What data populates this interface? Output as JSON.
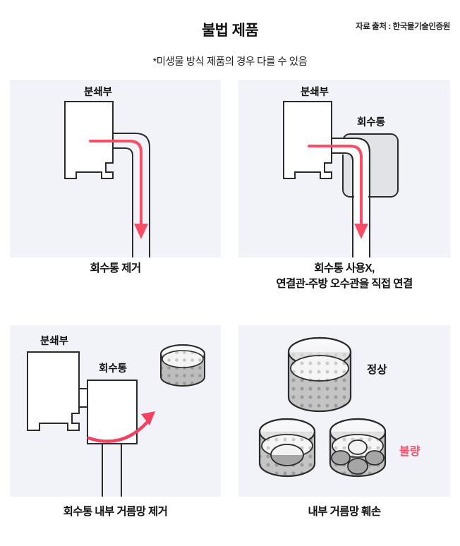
{
  "header": {
    "title": "불법 제품",
    "subtitle": "*미생물 방식 제품의 경우 다를 수 있음",
    "source": "자료 출처 : 한국물기술인증원"
  },
  "colors": {
    "panel_background": "#f2f3f8",
    "page_background": "#ffffff",
    "outline": "#2b2b2b",
    "flow_red": "#fb4d66",
    "defect_red": "#f9506b",
    "tank_gray": "#e2e3e6",
    "mesh_gray": "#bdbdbd",
    "mesh_dot": "#9a9a9a",
    "hole_gray": "#a6a6a6",
    "text": "#111111"
  },
  "panels": [
    {
      "id": "panel-1",
      "labels": {
        "grinder": "분쇄부"
      },
      "caption": [
        "회수통 제거"
      ]
    },
    {
      "id": "panel-2",
      "labels": {
        "grinder": "분쇄부",
        "tank": "회수통"
      },
      "caption": [
        "회수통 사용X,",
        "연결관-주방 오수관을 직접 연결"
      ]
    },
    {
      "id": "panel-3",
      "labels": {
        "grinder": "분쇄부",
        "tank": "회수통"
      },
      "caption": [
        "회수통 내부 거름망 제거"
      ]
    },
    {
      "id": "panel-4",
      "labels": {
        "normal": "정상",
        "defect": "불량"
      },
      "caption": [
        "내부 거름망 훼손"
      ]
    }
  ]
}
